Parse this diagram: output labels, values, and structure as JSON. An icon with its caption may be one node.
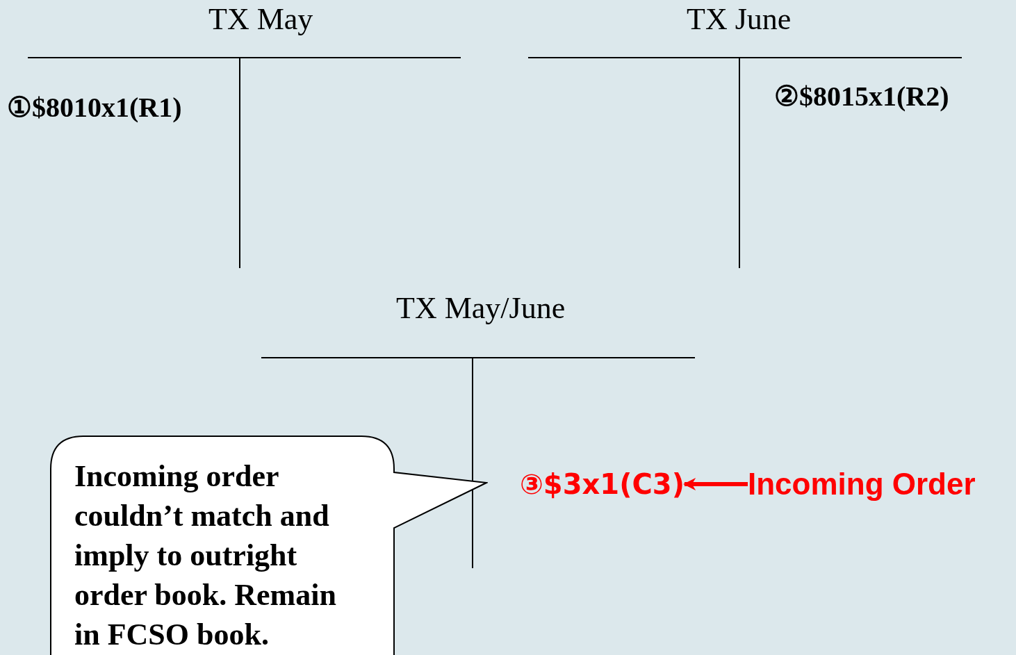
{
  "diagram": {
    "nodes": [
      {
        "text": [
          "TX May"
        ]
      },
      {
        "text": [
          "①$8010x1(R1)"
        ],
        "in": 0
      },
      {
        "text": [
          "TX June"
        ]
      },
      {
        "text": [
          "②$8015x1(R2)"
        ],
        "in": 2
      },
      {
        "text": [
          "TX May/June"
        ]
      },
      {
        "text": [
          "③$3x1(C3)"
        ],
        "in": 4
      },
      {
        "text": [
          "Incoming Order"
        ]
      },
      {
        "text": [
          "Incoming order couldn’t match and imply to outright order book. Remain in FCSO book."
        ]
      }
    ],
    "edges": [
      {
        "from": 6,
        "to": 5,
        "arrow": "to",
        "color": "#ff0000"
      }
    ]
  }
}
